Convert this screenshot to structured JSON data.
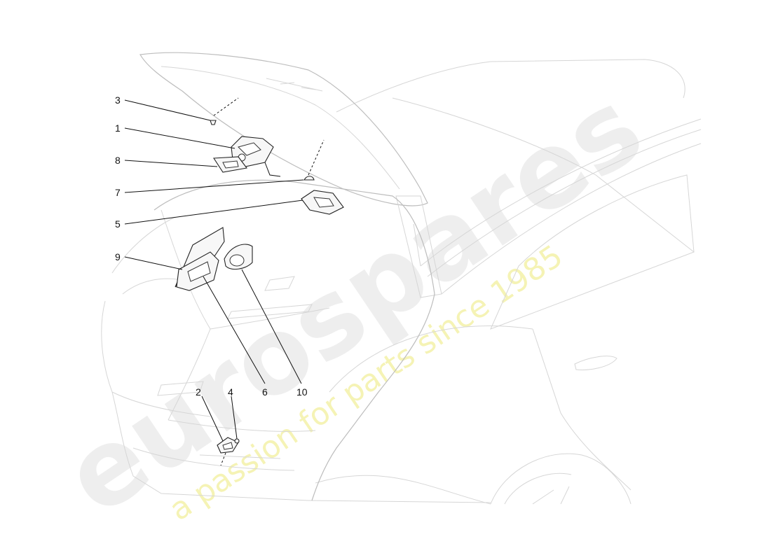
{
  "callouts": [
    {
      "id": "c3",
      "label": "3"
    },
    {
      "id": "c1",
      "label": "1"
    },
    {
      "id": "c8",
      "label": "8"
    },
    {
      "id": "c7",
      "label": "7"
    },
    {
      "id": "c5",
      "label": "5"
    },
    {
      "id": "c9",
      "label": "9"
    },
    {
      "id": "c6",
      "label": "6"
    },
    {
      "id": "c10",
      "label": "10"
    },
    {
      "id": "c2",
      "label": "2"
    },
    {
      "id": "c4",
      "label": "4"
    }
  ],
  "watermark": {
    "brand": "eurospares",
    "tagline": "a passion for parts since 1985",
    "color": "#eeeeee",
    "tagline_color": "#f5f3b5"
  },
  "colors": {
    "background": "#ffffff",
    "outline": "#d6d6d6",
    "part_stroke": "#222222"
  }
}
